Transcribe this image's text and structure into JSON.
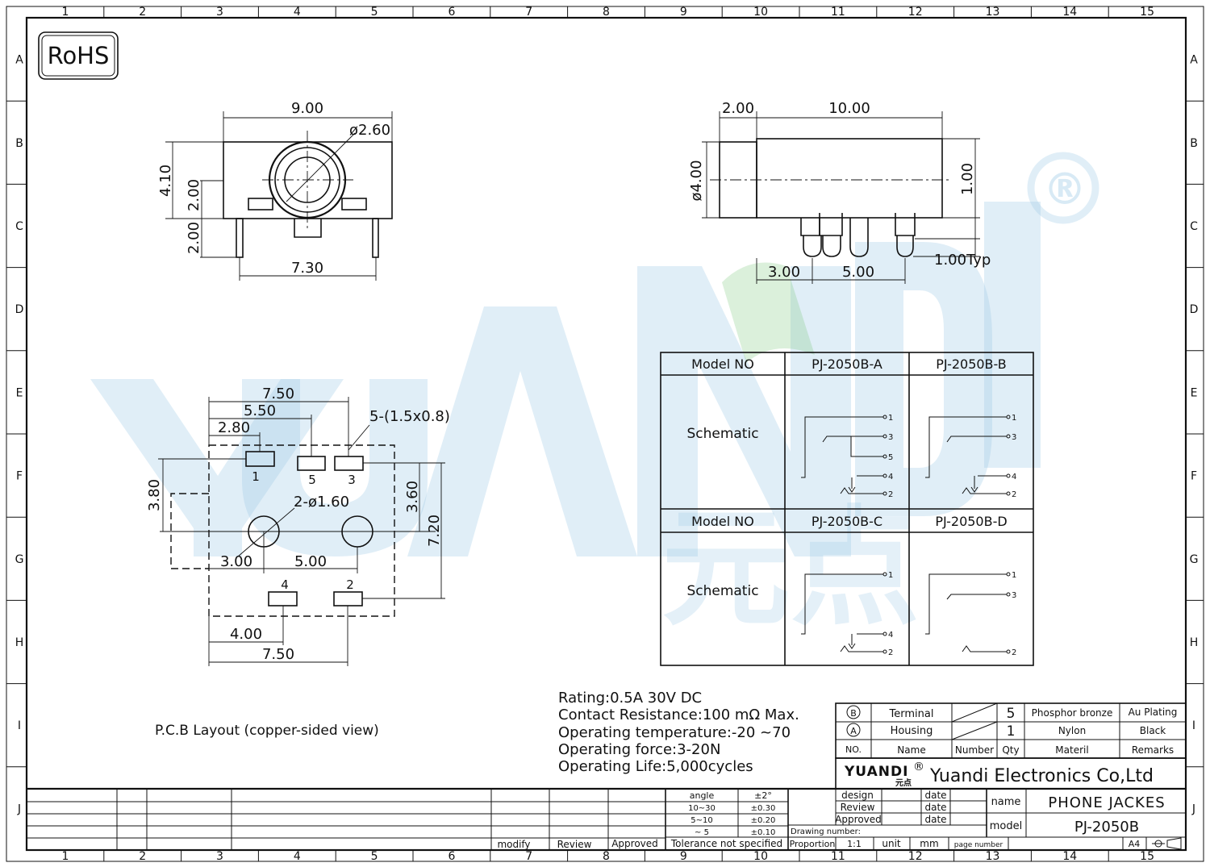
{
  "border": {
    "cols": [
      "1",
      "2",
      "3",
      "4",
      "5",
      "6",
      "7",
      "8",
      "9",
      "10",
      "11",
      "12",
      "13",
      "14",
      "15"
    ],
    "rows": [
      "A",
      "B",
      "C",
      "D",
      "E",
      "F",
      "G",
      "H",
      "I",
      "J"
    ]
  },
  "rohs": "RoHS",
  "watermark": {
    "text": "YUANDI",
    "mark": "®"
  },
  "front_view": {
    "width": "9.00",
    "hole": "ø2.60",
    "height": "4.10",
    "h1": "2.00",
    "h2": "2.00",
    "pin_span": "7.30"
  },
  "side_view": {
    "front": "2.00",
    "body": "10.00",
    "dia": "ø4.00",
    "top": "1.00",
    "typ": "1.00Typ",
    "p1": "3.00",
    "p2": "5.00"
  },
  "pcb": {
    "d750": "7.50",
    "d550": "5.50",
    "d280": "2.80",
    "pads": "5-(1.5x0.8)",
    "d380": "3.80",
    "d360": "3.60",
    "d720": "7.20",
    "holes": "2-ø1.60",
    "d300": "3.00",
    "d500": "5.00",
    "d400": "4.00",
    "d750b": "7.50",
    "pad1": "1",
    "pad5": "5",
    "pad3": "3",
    "pad4": "4",
    "pad2": "2",
    "caption": "P.C.B Layout (copper-sided view)"
  },
  "model_table": {
    "model_label": "Model NO",
    "schematic_label": "Schematic",
    "models": [
      "PJ-2050B-A",
      "PJ-2050B-B",
      "PJ-2050B-C",
      "PJ-2050B-D"
    ],
    "pins": [
      "1",
      "2",
      "3",
      "4",
      "5"
    ]
  },
  "specs": [
    "Rating:0.5A 30V DC",
    "Contact Resistance:100 mΩ Max.",
    "Operating temperature:-20 ~70",
    "Operating force:3-20N",
    "Operating Life:5,000cycles"
  ],
  "bom": {
    "rows": [
      {
        "no": "B",
        "name": "Terminal",
        "qty": "5",
        "material": "Phosphor bronze",
        "remarks": "Au Plating"
      },
      {
        "no": "A",
        "name": "Housing",
        "qty": "1",
        "material": "Nylon",
        "remarks": "Black"
      }
    ],
    "headers": {
      "no": "NO.",
      "name": "Name",
      "number": "Number",
      "qty": "Qty",
      "material": "Materil",
      "remarks": "Remarks"
    }
  },
  "title_block": {
    "logo": "YUANDI",
    "logo_sub": "元点",
    "reg": "®",
    "company": "Yuandi Electronics Co,Ltd",
    "design": "design",
    "review": "Review",
    "approved": "Approved",
    "date": "date",
    "name_label": "name",
    "name_value": "PHONE JACKES",
    "model_label": "model",
    "model_value": "PJ-2050B",
    "drawing_number": "Drawing number:",
    "proportion": "Proportion",
    "scale": "1:1",
    "unit": "unit",
    "mm": "mm",
    "page_number": "page number",
    "sheet": "A4"
  },
  "tolerance": {
    "rows": [
      {
        "range": "angle",
        "value": "±2°"
      },
      {
        "range": "10~30",
        "value": "±0.30"
      },
      {
        "range": "5~10",
        "value": "±0.20"
      },
      {
        "range": "~ 5",
        "value": "±0.10"
      }
    ],
    "footer": "Tolerance not specified"
  },
  "revision": {
    "modify": "modify",
    "review": "Review",
    "approved": "Approved"
  }
}
